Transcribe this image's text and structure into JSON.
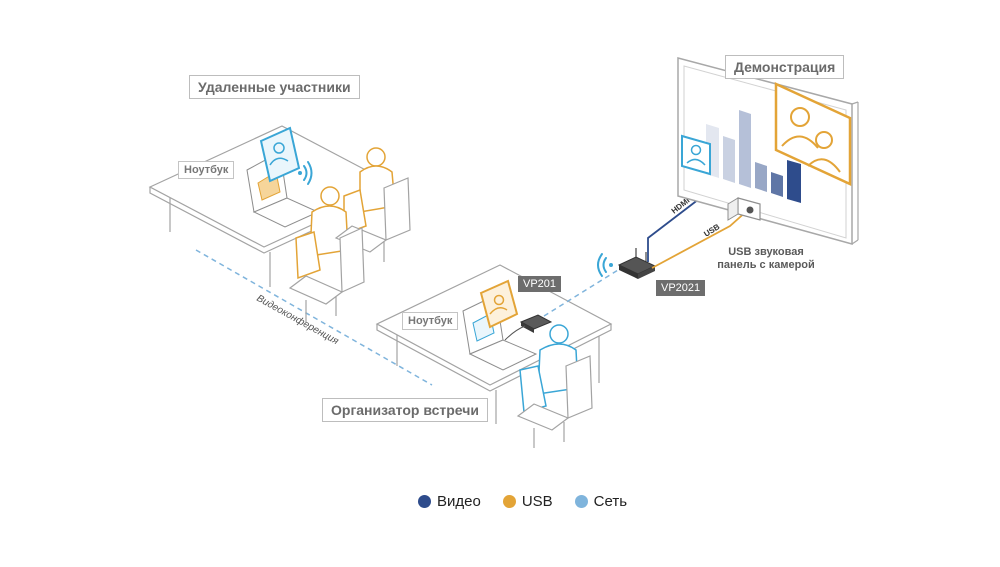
{
  "labels": {
    "remote_participants": "Удаленные участники",
    "presentation": "Демонстрация",
    "meeting_organizer": "Организатор встречи",
    "laptop_remote": "Ноутбук",
    "laptop_organizer": "Ноутбук",
    "device_vp201": "VP201",
    "device_vp2021": "VP2021",
    "soundbar_caption_line1": "USB звуковая",
    "soundbar_caption_line2": "панель с камерой",
    "videoconference": "Видеоконференция",
    "hdmi_cable": "HDMI",
    "usb_cable": "USB"
  },
  "legend": [
    {
      "label": "Видео",
      "color": "#2e4c8c"
    },
    {
      "label": "USB",
      "color": "#e3a437"
    },
    {
      "label": "Сеть",
      "color": "#7fb4dc"
    }
  ],
  "colors": {
    "video": "#2e4c8c",
    "usb": "#e3a437",
    "network": "#7fb4dc",
    "remote_accent": "#3aa6d6",
    "outline": "#9a9a9a"
  }
}
